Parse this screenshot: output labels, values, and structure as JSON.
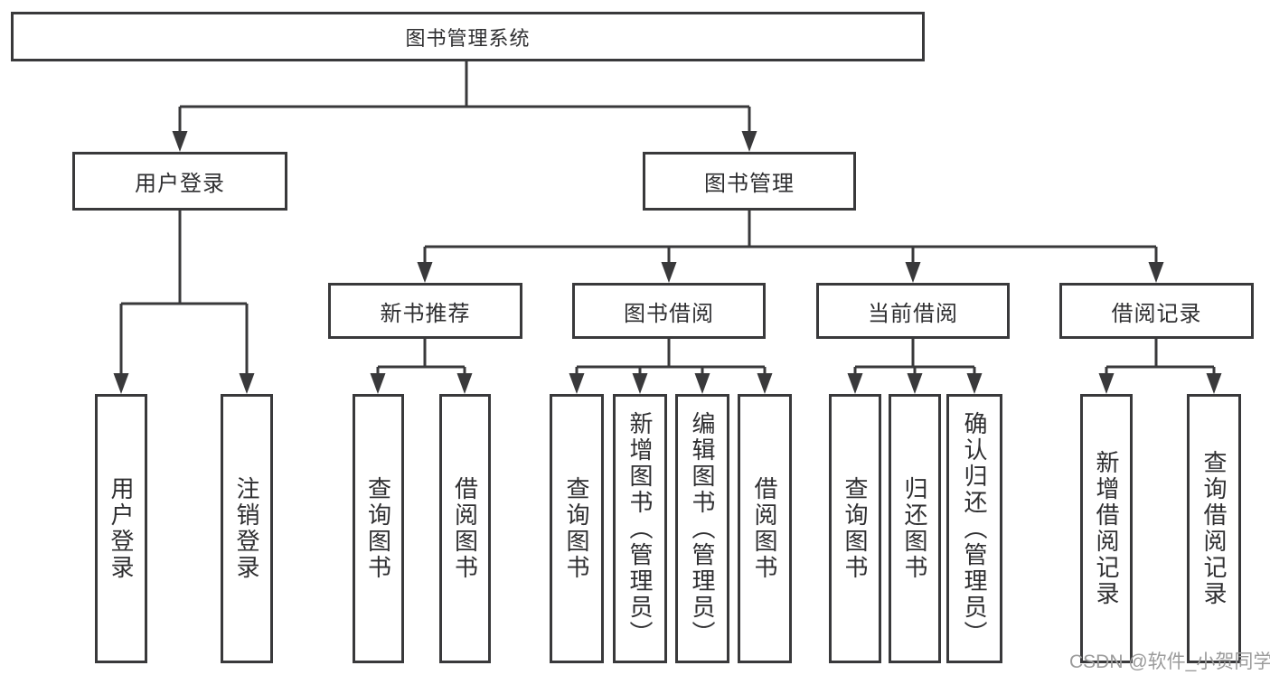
{
  "diagram": {
    "root": {
      "label": "图书管理系统"
    },
    "level2": [
      {
        "label": "用户登录"
      },
      {
        "label": "图书管理"
      }
    ],
    "level3": [
      {
        "label": "新书推荐"
      },
      {
        "label": "图书借阅"
      },
      {
        "label": "当前借阅"
      },
      {
        "label": "借阅记录"
      }
    ],
    "children": {
      "user_login": [
        {
          "label": "用户登录"
        },
        {
          "label": "注销登录"
        }
      ],
      "new_book_recommend": [
        {
          "label": "查询图书"
        },
        {
          "label": "借阅图书"
        }
      ],
      "book_borrow": [
        {
          "label": "查询图书"
        },
        {
          "label": "新增图书（管理员）"
        },
        {
          "label": "编辑图书（管理员）"
        },
        {
          "label": "借阅图书"
        }
      ],
      "current_borrow": [
        {
          "label": "查询图书"
        },
        {
          "label": "归还图书"
        },
        {
          "label": "确认归还（管理员）"
        }
      ],
      "borrow_record": [
        {
          "label": "新增借阅记录"
        },
        {
          "label": "查询借阅记录"
        }
      ]
    }
  },
  "watermark": {
    "text": "CSDN @软件_小贺同学"
  },
  "colors": {
    "line": "#39393b",
    "text": "#2f2f31",
    "box_fill": "#ffffff",
    "background": "#ffffff",
    "watermark": "#9b9b9b"
  }
}
